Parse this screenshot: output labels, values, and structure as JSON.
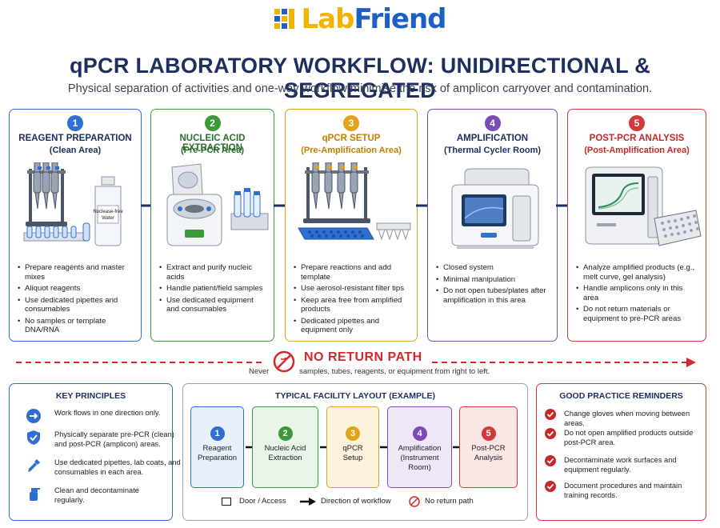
{
  "logo": {
    "text_part1": "Lab",
    "text_part2": "Friend"
  },
  "header": {
    "title": "qPCR LABORATORY WORKFLOW: UNIDIRECTIONAL & SEGREGATED",
    "subtitle": "Physical separation of activities and one-way workflow minimise the risk of amplicon carryover and contamination."
  },
  "colors": {
    "stage1": "#2f6fd1",
    "stage2": "#3a9a3a",
    "stage3": "#e3a21a",
    "stage4": "#7b4bb6",
    "stage5": "#d23a3a",
    "navy": "#1c2f5e"
  },
  "stages": [
    {
      "number": "1",
      "title": "REAGENT PREPARATION",
      "subtitle": "(Clean Area)",
      "icon": "pipettes-and-water-bottle",
      "bottle_label_1": "Nuclease-free",
      "bottle_label_2": "Water",
      "bullets": [
        "Prepare reagents and master mixes",
        "Aliquot reagents",
        "Use dedicated pipettes and consumables",
        "No samples or template DNA/RNA"
      ]
    },
    {
      "number": "2",
      "title": "NUCLEIC ACID EXTRACTION",
      "subtitle": "(Pre-PCR Area)",
      "icon": "centrifuge",
      "bullets": [
        "Extract and purify nucleic acids",
        "Handle patient/field samples",
        "Use dedicated equipment and consumables"
      ]
    },
    {
      "number": "3",
      "title": "qPCR SETUP",
      "subtitle": "(Pre-Amplification Area)",
      "icon": "pipettes-and-plate",
      "bullets": [
        "Prepare reactions and add template",
        "Use aerosol-resistant filter tips",
        "Keep area free from amplified products",
        "Dedicated pipettes and equipment only"
      ]
    },
    {
      "number": "4",
      "title": "AMPLIFICATION",
      "subtitle": "(Thermal Cycler Room)",
      "icon": "thermal-cycler",
      "bullets": [
        "Closed system",
        "Minimal manipulation",
        "Do not open tubes/plates after amplification in this area"
      ]
    },
    {
      "number": "5",
      "title": "POST-PCR ANALYSIS",
      "subtitle": "(Post-Amplification Area)",
      "icon": "analyzer-with-plate",
      "bullets": [
        "Analyze amplified products (e.g., melt curve, gel analysis)",
        "Handle amplicons only in this area",
        "Do not return materials or equipment to pre-PCR areas"
      ]
    }
  ],
  "no_return": {
    "title": "NO RETURN PATH",
    "never": "Never",
    "rest": "samples, tubes, reagents, or equipment from right to left."
  },
  "key_principles": {
    "title": "KEY PRINCIPLES",
    "items": [
      {
        "icon": "arrow-right-circle-icon",
        "text": "Work flows in one direction only."
      },
      {
        "icon": "shield-check-icon",
        "text": "Physically separate pre-PCR (clean) and post-PCR (amplicon) areas."
      },
      {
        "icon": "pipette-icon",
        "text": "Use dedicated pipettes, lab coats, and consumables in each area."
      },
      {
        "icon": "spray-bottle-icon",
        "text": "Clean and decontaminate regularly."
      }
    ]
  },
  "facility_layout": {
    "title": "TYPICAL FACILITY LAYOUT (EXAMPLE)",
    "boxes": [
      {
        "number": "1",
        "label": "Reagent Preparation"
      },
      {
        "number": "2",
        "label": "Nucleic Acid Extraction"
      },
      {
        "number": "3",
        "label": "qPCR Setup"
      },
      {
        "number": "4",
        "label": "Amplification (Instrument Room)"
      },
      {
        "number": "5",
        "label": "Post-PCR Analysis"
      }
    ],
    "legend": {
      "door": "Door / Access",
      "direction": "Direction of workflow",
      "no_return": "No return path"
    }
  },
  "good_practice": {
    "title": "GOOD PRACTICE REMINDERS",
    "items": [
      "Change gloves when moving between areas.",
      "Do not open amplified products outside post-PCR area.",
      "Decontaminate work surfaces and equipment regularly.",
      "Document procedures and maintain training records."
    ]
  }
}
